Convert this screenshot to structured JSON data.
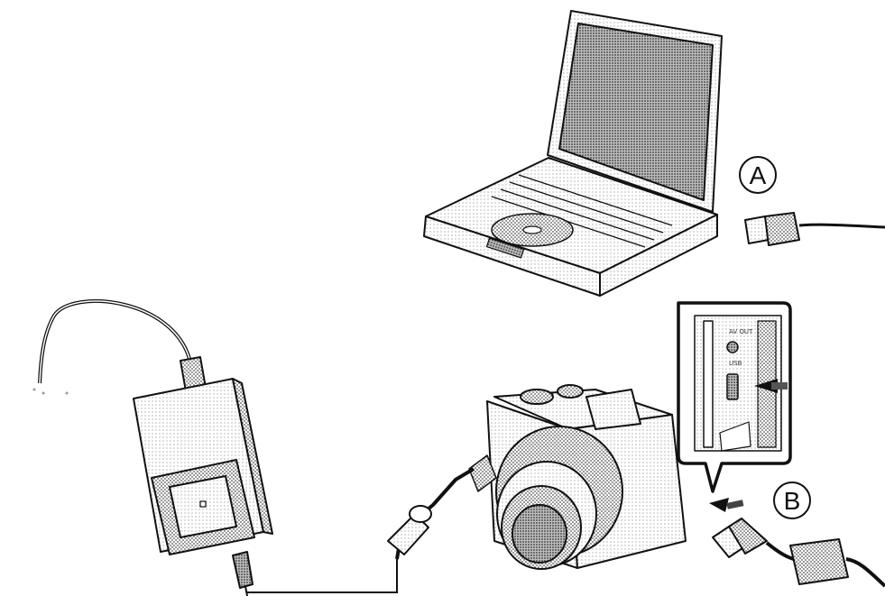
{
  "callouts": {
    "a": "A",
    "b": "B"
  },
  "port_labels": {
    "av_out": "AV OUT",
    "usb": "USB"
  },
  "colors": {
    "line": "#111111",
    "fill_light": "#e6e6e6",
    "fill_mid": "#c8c8c8",
    "fill_dark": "#8a8a8a",
    "screen": "#9a9a9a"
  },
  "icons": [
    "laptop-icon",
    "camera-icon",
    "ac-adapter-icon",
    "usb-plug-icon",
    "mini-usb-plug-icon",
    "arrow-icon"
  ]
}
